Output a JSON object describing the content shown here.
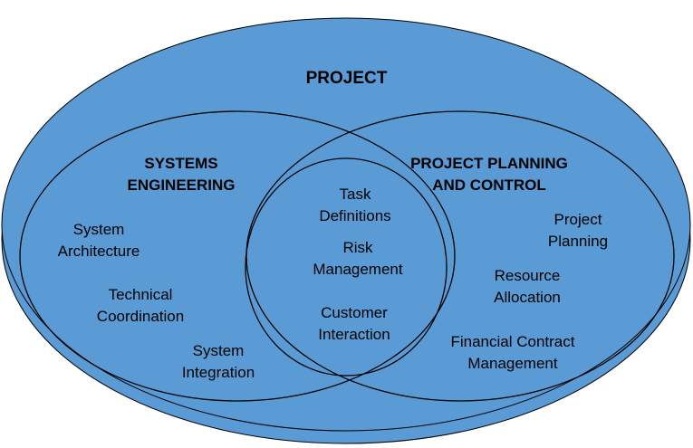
{
  "outer": {
    "title": "PROJECT"
  },
  "left": {
    "title_line1": "SYSTEMS",
    "title_line2": "ENGINEERING",
    "items": [
      {
        "line1": "System",
        "line2": "Architecture"
      },
      {
        "line1": "Technical",
        "line2": "Coordination"
      },
      {
        "line1": "System",
        "line2": "Integration"
      }
    ]
  },
  "right": {
    "title_line1": "PROJECT PLANNING",
    "title_line2": "AND CONTROL",
    "items": [
      {
        "line1": "Project",
        "line2": "Planning"
      },
      {
        "line1": "Resource",
        "line2": "Allocation"
      },
      {
        "line1": "Financial Contract",
        "line2": "Management"
      }
    ]
  },
  "center": {
    "items": [
      {
        "line1": "Task",
        "line2": "Definitions"
      },
      {
        "line1": "Risk",
        "line2": "Management"
      },
      {
        "line1": "Customer",
        "line2": "Interaction"
      }
    ]
  },
  "colors": {
    "fill": "#5B9BD5",
    "stroke": "#000000",
    "text": "#000000"
  }
}
